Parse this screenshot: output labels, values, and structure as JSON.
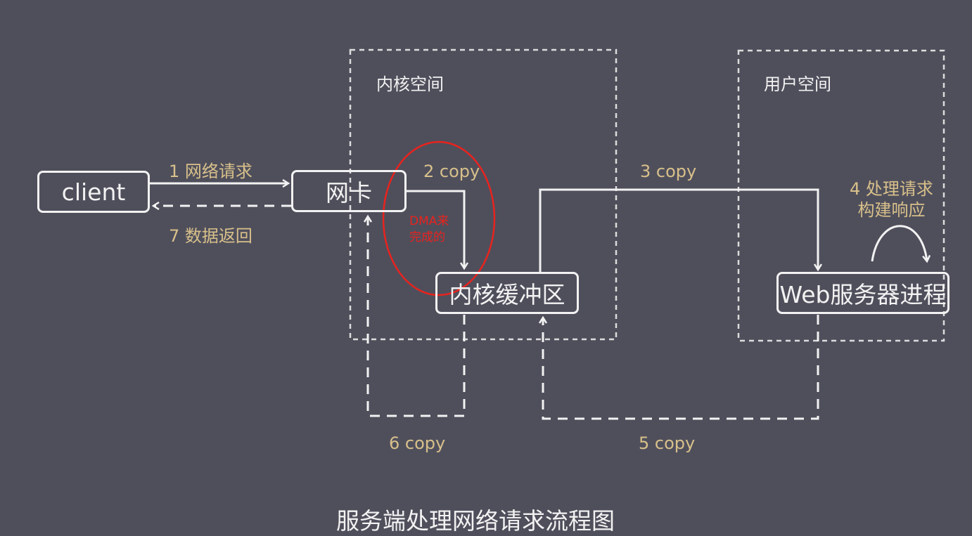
{
  "diagram": {
    "title": "服务端处理网络请求流程图",
    "regions": {
      "kernel_space": "内核空间",
      "user_space": "用户空间"
    },
    "nodes": {
      "client": "client",
      "nic": "网卡",
      "kernel_buffer": "内核缓冲区",
      "web_server": "Web服务器进程"
    },
    "steps": {
      "s1": "1 网络请求",
      "s2": "2 copy",
      "s3": "3 copy",
      "s4_line1": "4 处理请求",
      "s4_line2": "构建响应",
      "s5": "5 copy",
      "s6": "6 copy",
      "s7": "7 数据返回"
    },
    "annotation": {
      "line1": "DMA来",
      "line2": "完成的"
    },
    "colors": {
      "background": "#4f4f5c",
      "line": "#f2f2f2",
      "step_label": "#d8c08a",
      "annotation": "#e8231e"
    }
  }
}
